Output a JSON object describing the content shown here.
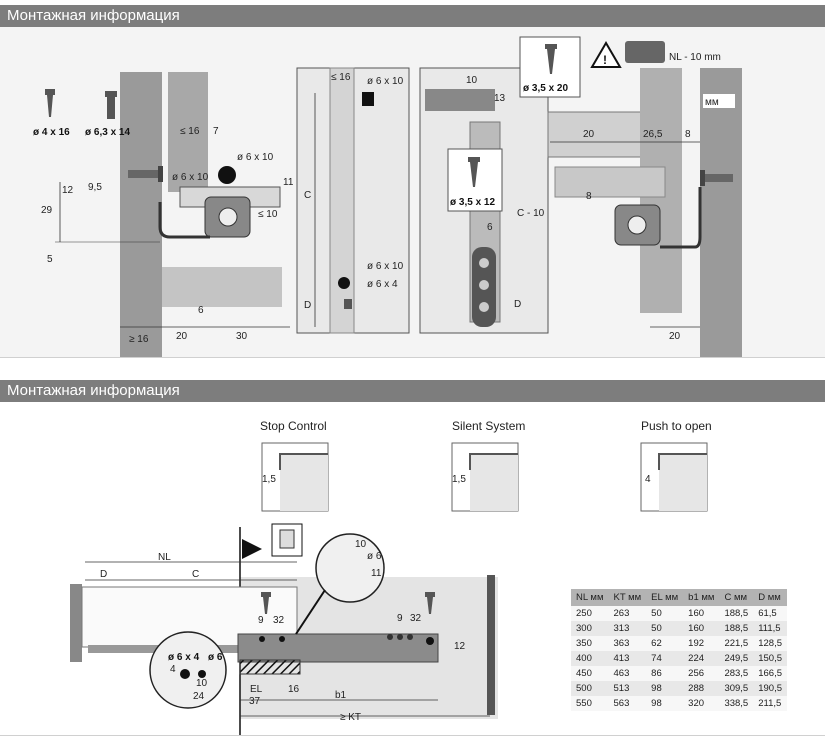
{
  "sections": [
    {
      "title": "Монтажная информация"
    },
    {
      "title": "Монтажная информация"
    }
  ],
  "top": {
    "screw_labels": [
      "ø 4 x 16",
      "ø 6,3 x 14",
      "ø 3,5 x 12",
      "ø 3,5 x 20"
    ],
    "hole_labels": [
      "ø 6 x 10",
      "ø 6 x 10",
      "ø 6 x 10",
      "ø 6 x 10",
      "ø 6 x 4"
    ],
    "dims_left": [
      "≤ 16",
      "7",
      "11",
      "≤ 10",
      "12",
      "9,5",
      "29",
      "5",
      "6",
      "≥ 16",
      "20",
      "30"
    ],
    "dims_mid": [
      "≤ 16",
      "C",
      "D"
    ],
    "dims_right": [
      "10",
      "13",
      "C - 10",
      "6",
      "D",
      "20",
      "26,5",
      "8",
      "8",
      "20"
    ],
    "warning": "NL - 10 mm",
    "unit": "мм"
  },
  "bottom": {
    "variants": [
      {
        "title": "Stop Control",
        "dim": "1,5"
      },
      {
        "title": "Silent System",
        "dim": "1,5"
      },
      {
        "title": "Push to open",
        "dim": "4"
      }
    ],
    "dims": [
      "NL",
      "D",
      "C",
      "10",
      "ø 6",
      "11",
      "9",
      "32",
      "9",
      "32",
      "12",
      "ø 6 x 4",
      "ø 6",
      "4",
      "10",
      "24",
      "EL",
      "37",
      "16",
      "b1",
      "≥ KT"
    ],
    "table": {
      "headers": [
        "NL мм",
        "KT мм",
        "EL мм",
        "b1 мм",
        "C мм",
        "D мм"
      ],
      "rows": [
        [
          "250",
          "263",
          "50",
          "160",
          "188,5",
          "61,5"
        ],
        [
          "300",
          "313",
          "50",
          "160",
          "188,5",
          "111,5"
        ],
        [
          "350",
          "363",
          "62",
          "192",
          "221,5",
          "128,5"
        ],
        [
          "400",
          "413",
          "74",
          "224",
          "249,5",
          "150,5"
        ],
        [
          "450",
          "463",
          "86",
          "256",
          "283,5",
          "166,5"
        ],
        [
          "500",
          "513",
          "98",
          "288",
          "309,5",
          "190,5"
        ],
        [
          "550",
          "563",
          "98",
          "320",
          "338,5",
          "211,5"
        ]
      ]
    }
  }
}
